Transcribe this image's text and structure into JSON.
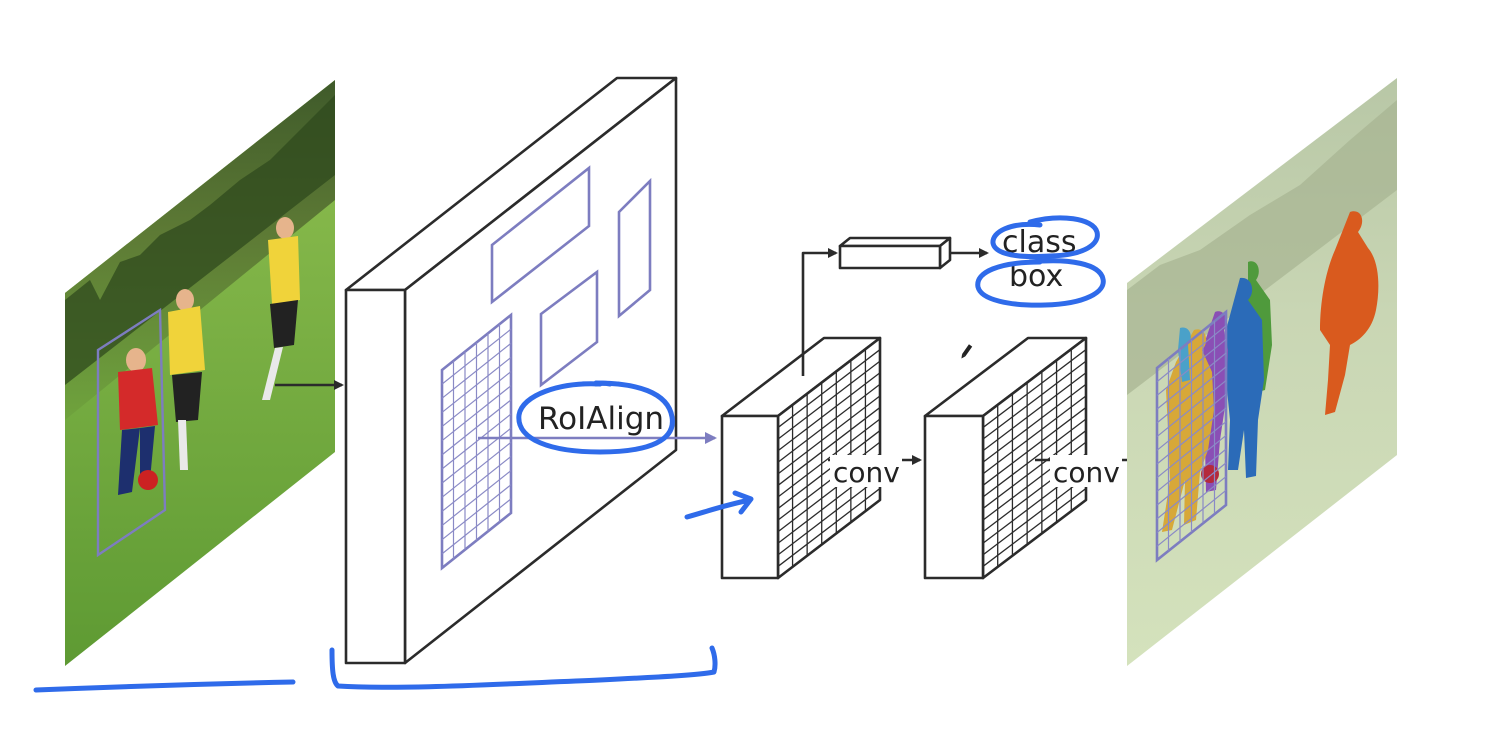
{
  "labels": {
    "roi_align": "RoIAlign",
    "conv_1": "conv",
    "conv_2": "conv",
    "class": "class",
    "box": "box"
  },
  "colors": {
    "ink": "#2f6bea",
    "roi": "#7d7dc0",
    "line": "#2b2b2b",
    "seg_yellow": "#d7a838",
    "seg_purple": "#8a4fb5",
    "seg_blue": "#2b6bb8",
    "seg_green": "#4f9a3c",
    "seg_orange": "#d95a1e",
    "seg_teal": "#4aa1c9"
  },
  "icons": {
    "input_image": "soccer-photo-image",
    "output_image": "segmented-soccer-photo-image",
    "pen_cursor": "pen-cursor-icon"
  }
}
